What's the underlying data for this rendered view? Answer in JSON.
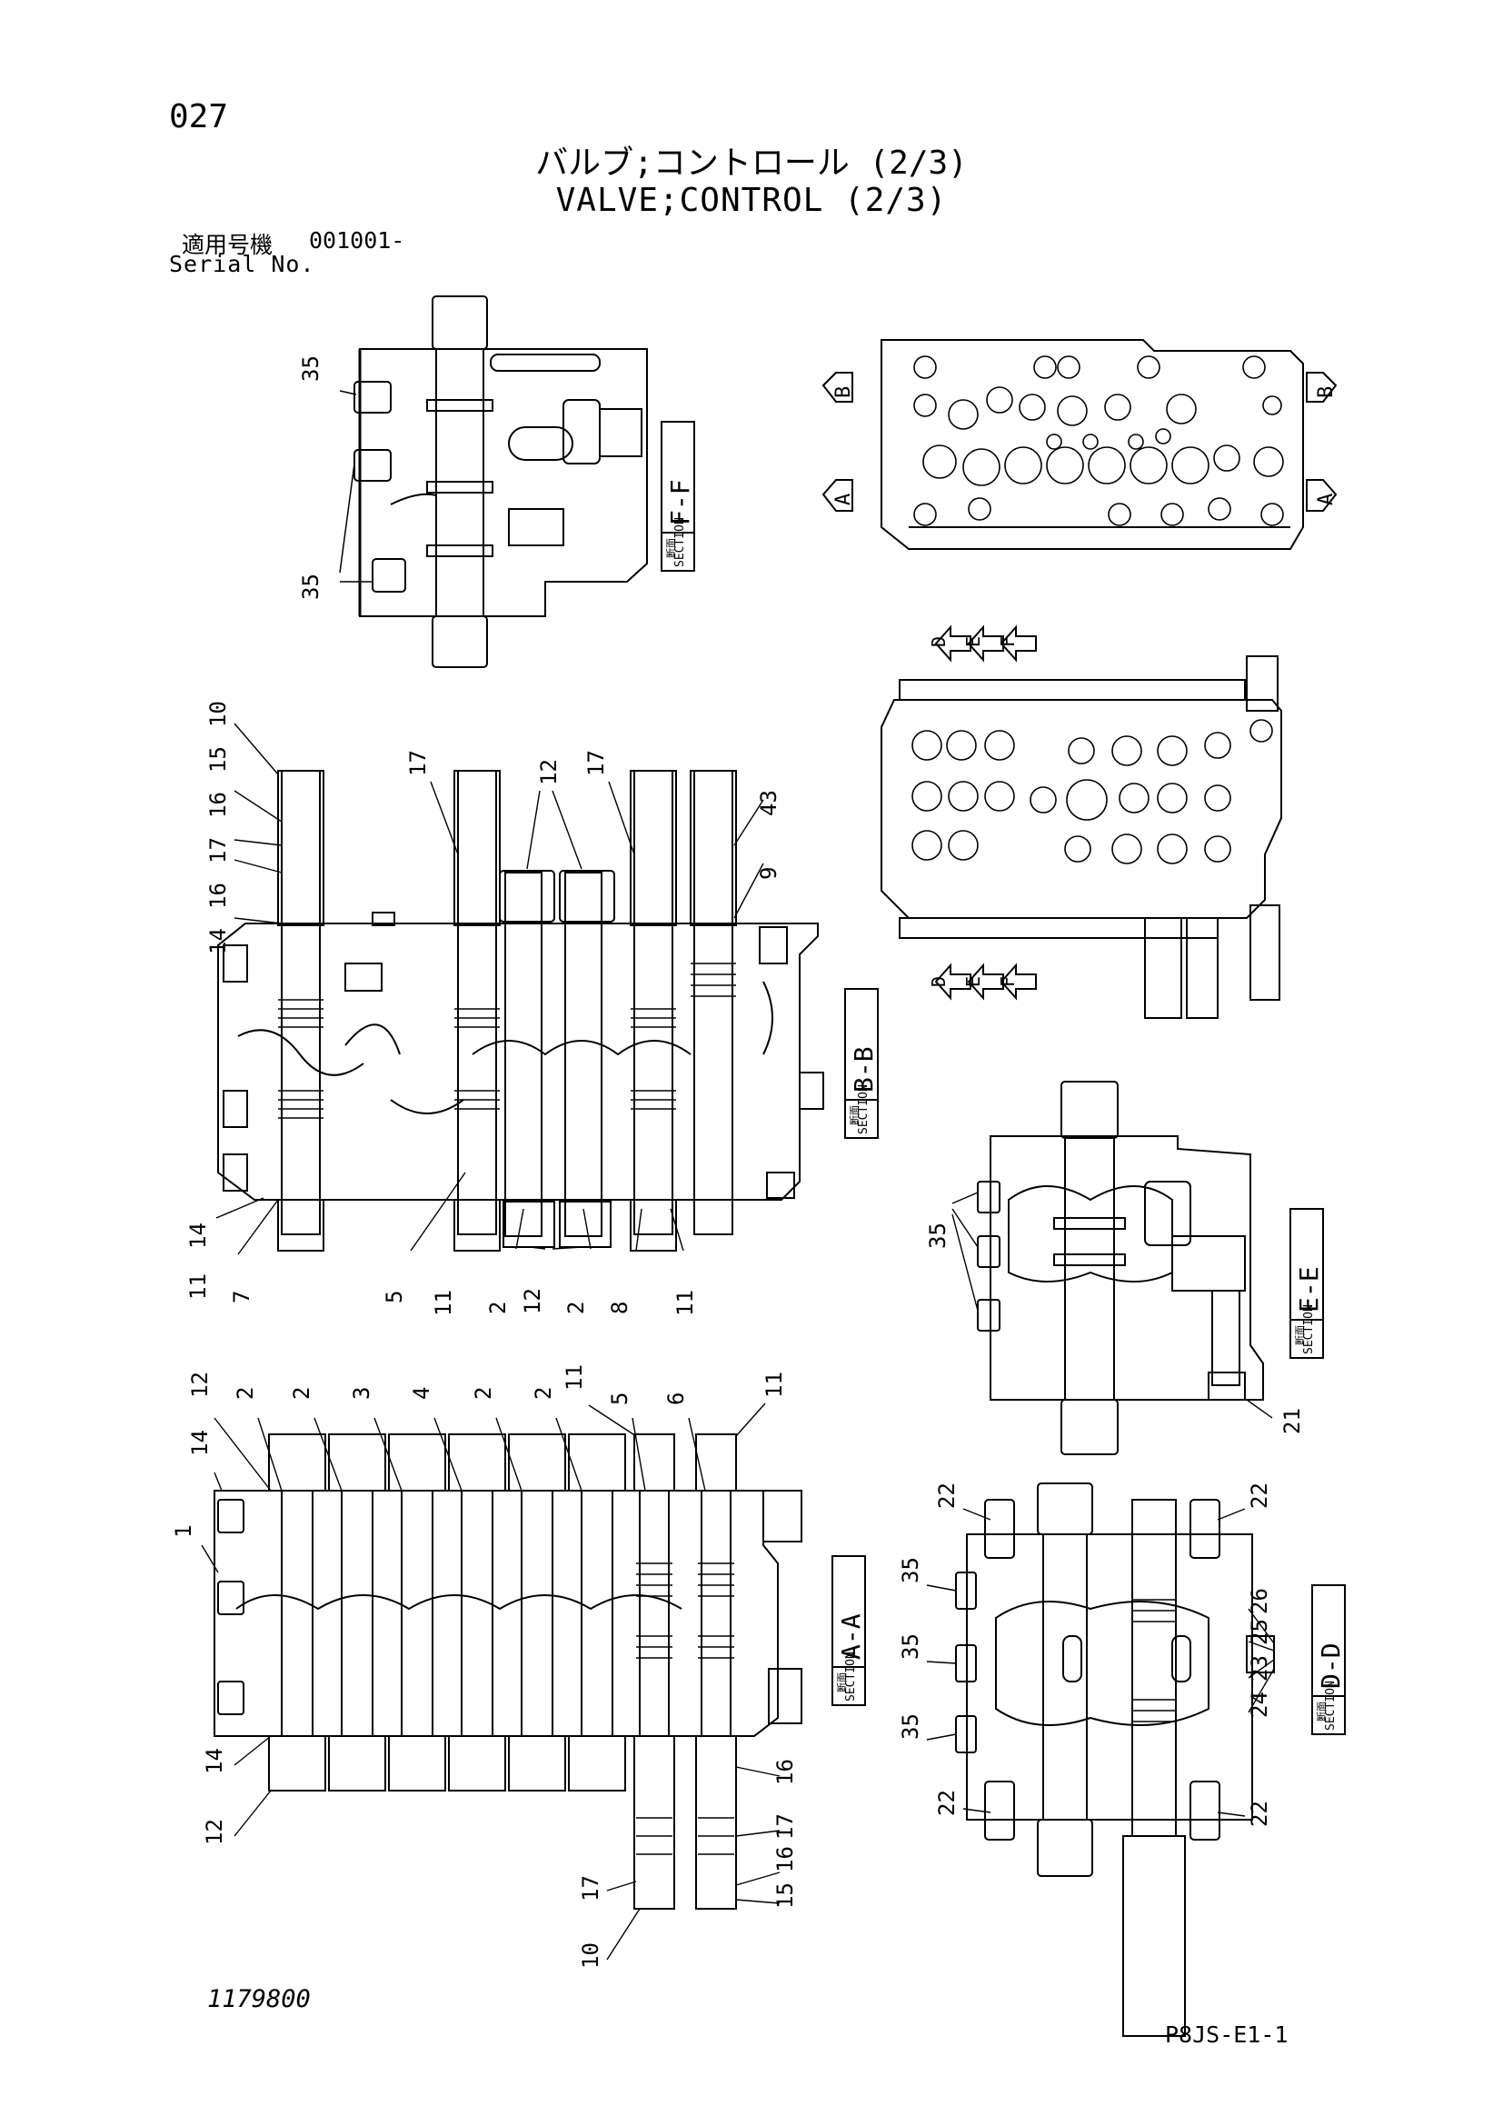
{
  "header": {
    "page_number": "027",
    "title_jp": "バルブ;コントロール (2/3)",
    "title_en": "VALVE;CONTROL (2/3)",
    "serial_label_jp": "適用号機",
    "serial_value": "001001-",
    "serial_label_en": "Serial No."
  },
  "footer": {
    "drawing_number": "1179800",
    "page_code": "P8JS-E1-1"
  },
  "sections": {
    "ff": {
      "jp": "断面",
      "en": "SECTION",
      "label": "F-F",
      "callouts": [
        "35",
        "35"
      ]
    },
    "bb": {
      "jp": "断面",
      "en": "SECTION",
      "label": "B-B",
      "callouts": [
        "10",
        "15",
        "16",
        "17",
        "16",
        "14",
        "17",
        "12",
        "17",
        "43",
        "9",
        "14",
        "11",
        "7",
        "5",
        "11",
        "2",
        "12",
        "2",
        "8",
        "11"
      ]
    },
    "ee": {
      "jp": "断面",
      "en": "SECTION",
      "label": "E-E",
      "callouts": [
        "35",
        "21"
      ]
    },
    "aa": {
      "jp": "断面",
      "en": "SECTION",
      "label": "A-A",
      "callouts": [
        "12",
        "2",
        "2",
        "3",
        "4",
        "2",
        "2",
        "11",
        "5",
        "6",
        "11",
        "14",
        "1",
        "14",
        "12",
        "16",
        "17",
        "16",
        "15",
        "17",
        "10"
      ]
    },
    "dd": {
      "jp": "断面",
      "en": "SECTION",
      "label": "D-D",
      "callouts": [
        "22",
        "22",
        "35",
        "26",
        "35",
        "25",
        "23",
        "24",
        "35",
        "22",
        "22"
      ]
    }
  },
  "view_markers": {
    "top_view": [
      "B",
      "B",
      "A",
      "A"
    ],
    "side_view_top": [
      "D",
      "E",
      "F"
    ],
    "side_view_bottom": [
      "D",
      "E",
      "F"
    ]
  }
}
